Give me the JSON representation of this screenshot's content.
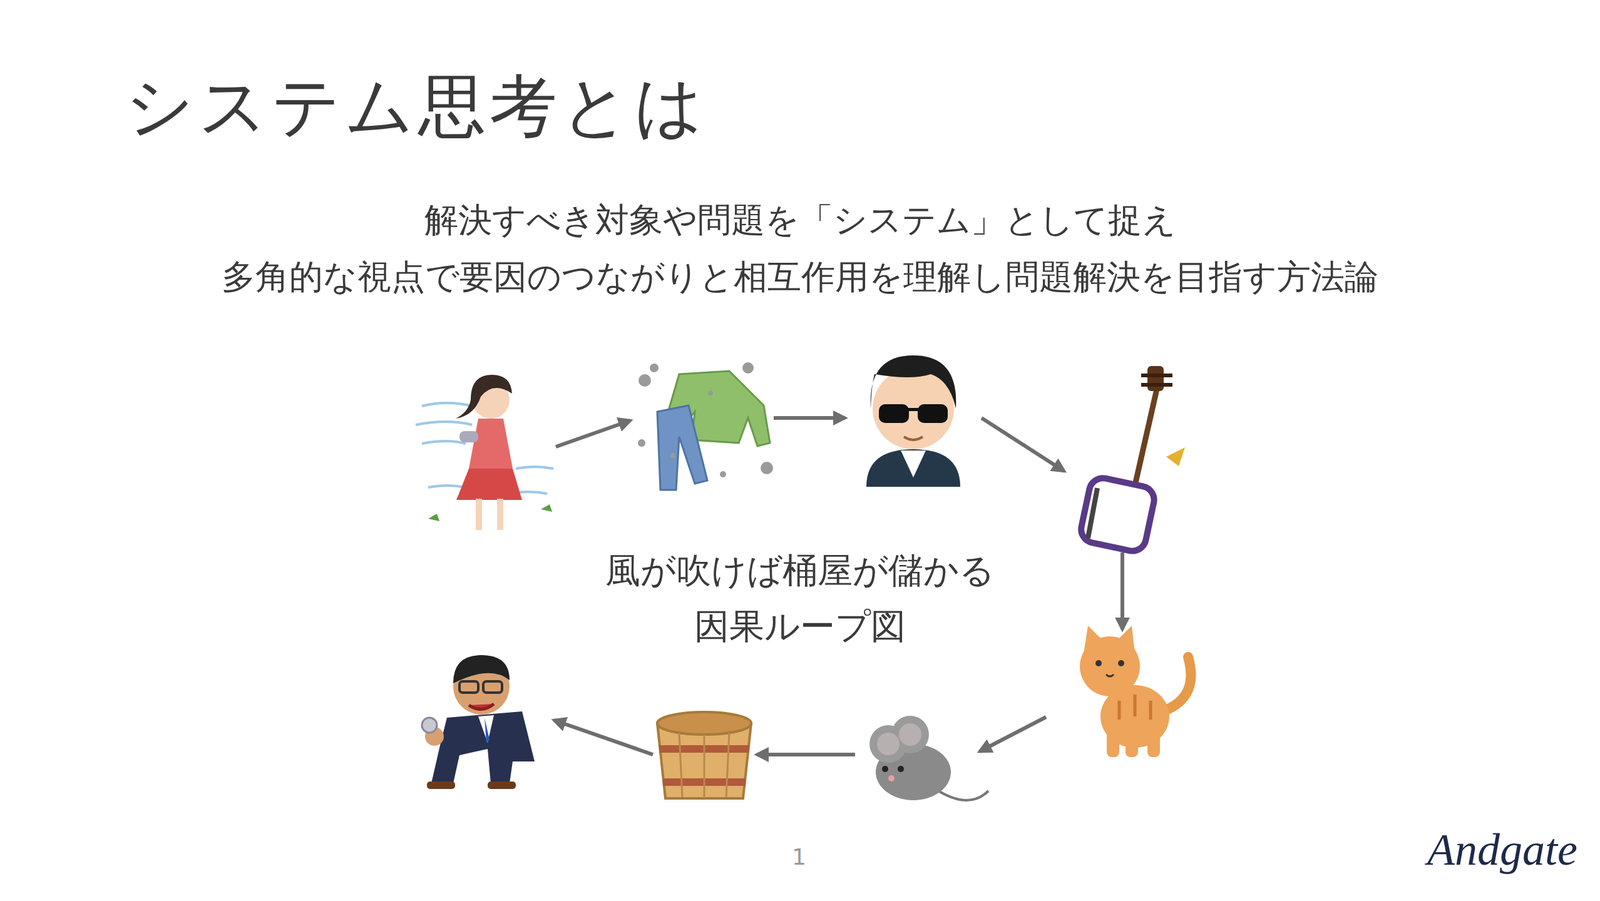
{
  "diagram": {
    "title": "システム思考とは",
    "labels": [
      "解決すべき対象や問題を「システム」として捉え",
      "多角的な視点で要因のつながりと相互作用を理解し問題解決を目指す方法論",
      "風が吹けば桶屋が儲かる",
      "因果ループ図",
      "1",
      "Andgate"
    ]
  }
}
